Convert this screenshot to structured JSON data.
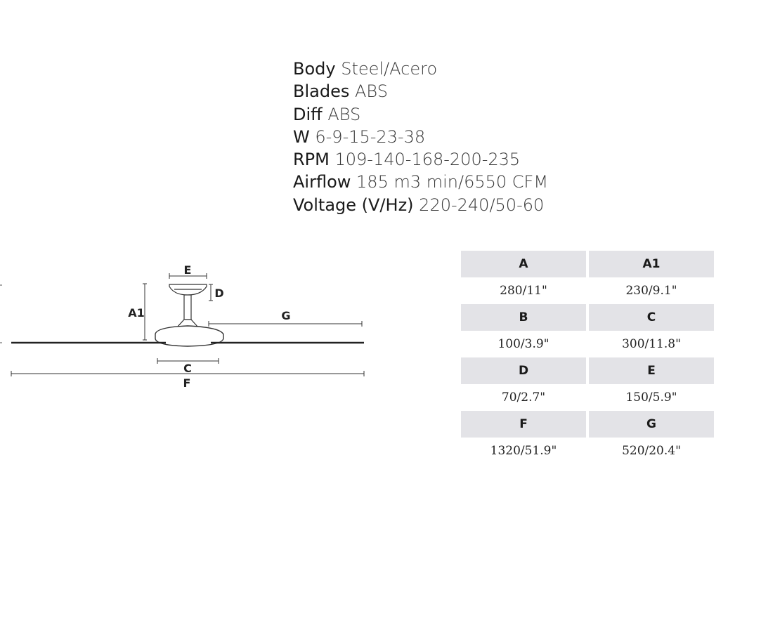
{
  "specs": [
    {
      "label": "Body",
      "value": "Steel/Acero"
    },
    {
      "label": "Blades",
      "value": "ABS"
    },
    {
      "label": "Diff",
      "value": "ABS"
    },
    {
      "label": "W",
      "value": "6-9-15-23-38"
    },
    {
      "label": "RPM",
      "value": "109-140-168-200-235"
    },
    {
      "label": "Airflow",
      "value": "185 m3 min/6550 CFM"
    },
    {
      "label": "Voltage (V/Hz)",
      "value": "220-240/50-60"
    }
  ],
  "diagram": {
    "labels": {
      "E": "E",
      "D": "D",
      "A1": "A1",
      "G": "G",
      "C": "C",
      "F": "F"
    }
  },
  "dimensions": {
    "rows": [
      {
        "h1": "A",
        "h2": "A1",
        "v1": "280/11\"",
        "v2": "230/9.1\""
      },
      {
        "h1": "B",
        "h2": "C",
        "v1": "100/3.9\"",
        "v2": "300/11.8\""
      },
      {
        "h1": "D",
        "h2": "E",
        "v1": "70/2.7\"",
        "v2": "150/5.9\""
      },
      {
        "h1": "F",
        "h2": "G",
        "v1": "1320/51.9\"",
        "v2": "520/20.4\""
      }
    ]
  }
}
